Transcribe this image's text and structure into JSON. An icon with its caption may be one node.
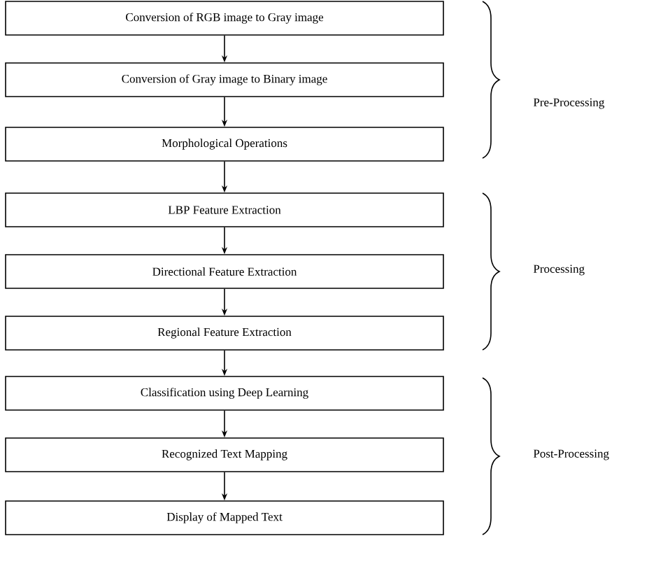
{
  "diagram": {
    "nodes": [
      {
        "text": [
          "Conversion of RGB image to Gray image"
        ]
      },
      {
        "text": [
          "Conversion of Gray image to Binary image"
        ]
      },
      {
        "text": [
          "Morphological Operations"
        ]
      },
      {
        "text": [
          "LBP Feature Extraction"
        ]
      },
      {
        "text": [
          "Directional Feature Extraction"
        ]
      },
      {
        "text": [
          "Regional Feature Extraction"
        ]
      },
      {
        "text": [
          "Classification using Deep Learning"
        ]
      },
      {
        "text": [
          "Recognized Text Mapping"
        ]
      },
      {
        "text": [
          "Display of Mapped Text"
        ]
      }
    ],
    "edges": [
      {
        "from": 0,
        "to": 1,
        "arrow": "to"
      },
      {
        "from": 1,
        "to": 2,
        "arrow": "to"
      },
      {
        "from": 2,
        "to": 3,
        "arrow": "to"
      },
      {
        "from": 3,
        "to": 4,
        "arrow": "to"
      },
      {
        "from": 4,
        "to": 5,
        "arrow": "to"
      },
      {
        "from": 5,
        "to": 6,
        "arrow": "to"
      },
      {
        "from": 6,
        "to": 7,
        "arrow": "to"
      },
      {
        "from": 7,
        "to": 8,
        "arrow": "to"
      }
    ],
    "labels": [
      "Pre-Processing",
      "Processing",
      "Post-Processing"
    ]
  }
}
